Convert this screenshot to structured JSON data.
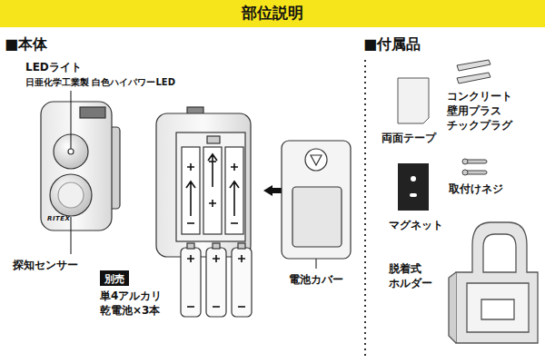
{
  "diagram": {
    "title": "部位説明",
    "nodes": [
      {
        "text": [
          "別売"
        ]
      }
    ],
    "labels": [
      "■本体",
      "LEDライト",
      "日亜化学工業製 白色ハイパワーLED",
      "RITEX",
      "探知センサー",
      "単4アルカリ 乾電池×3本",
      "電池カバー",
      "■付属品",
      "両面テープ",
      "コンクリート 壁用プラス チックプラグ",
      "取付けネジ",
      "マグネット",
      "脱着式 ホルダー"
    ]
  }
}
